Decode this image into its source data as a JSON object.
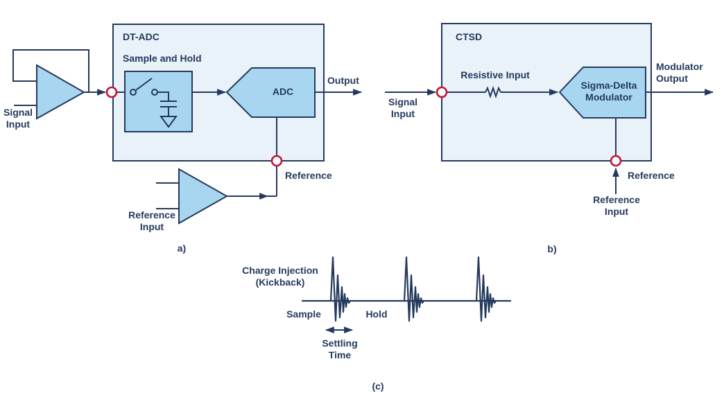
{
  "palette": {
    "background": "#ffffff",
    "stroke": "#24395c",
    "text": "#24395c",
    "box_fill": "#e9f1f9",
    "block_fill": "#a8d6f0",
    "node_red": "#c31432",
    "node_fill": "#ffffff"
  },
  "diagram_a": {
    "title": "DT-ADC",
    "signal_input": "Signal\nInput",
    "sample_and_hold": "Sample and Hold",
    "adc": "ADC",
    "output": "Output",
    "reference": "Reference",
    "reference_input": "Reference\nInput",
    "caption": "a)"
  },
  "diagram_b": {
    "title": "CTSD",
    "signal_input": "Signal\nInput",
    "resistive_input": "Resistive Input",
    "modulator": "Sigma-Delta\nModulator",
    "modulator_output": "Modulator\nOutput",
    "reference": "Reference",
    "reference_input": "Reference\nInput",
    "caption": "b)"
  },
  "diagram_c": {
    "charge_injection": "Charge Injection\n(Kickback)",
    "sample": "Sample",
    "hold": "Hold",
    "settling_time": "Settling\nTime",
    "caption": "(c)"
  }
}
